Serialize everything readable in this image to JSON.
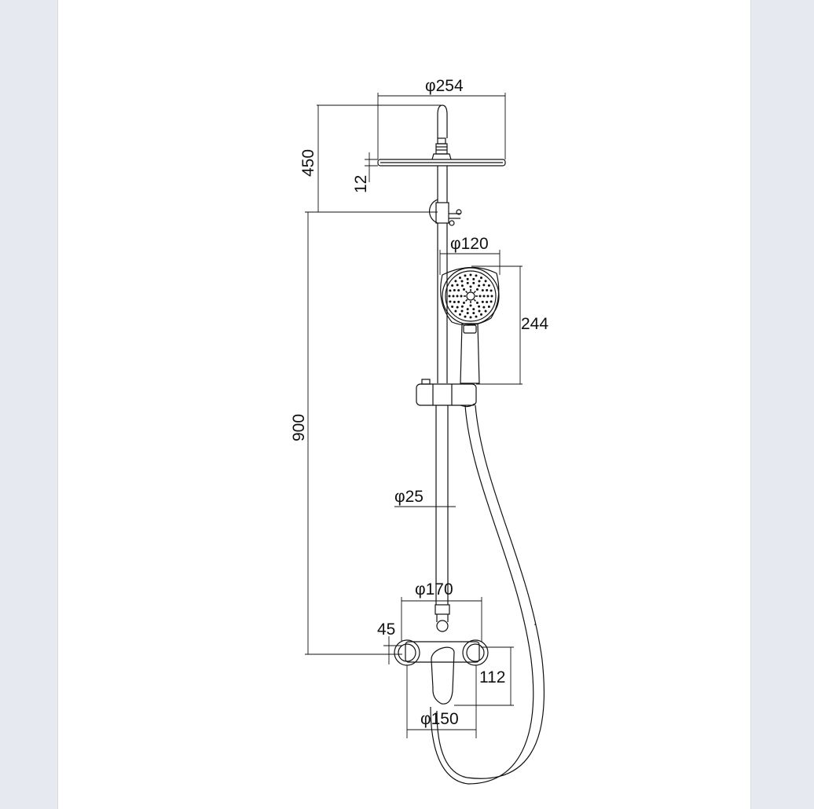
{
  "document": {
    "background_color": "#e6e9ef",
    "page_color": "#ffffff",
    "line_color": "#111111"
  },
  "dimensions": {
    "head_diameter": "φ254",
    "top_height": "450",
    "head_thickness": "12",
    "handshower_diameter": "φ120",
    "handshower_length": "244",
    "rail_height": "900",
    "pipe_diameter": "φ25",
    "mixer_width": "φ170",
    "mixer_offset": "45",
    "mixer_height": "112",
    "mixer_base": "φ150"
  }
}
